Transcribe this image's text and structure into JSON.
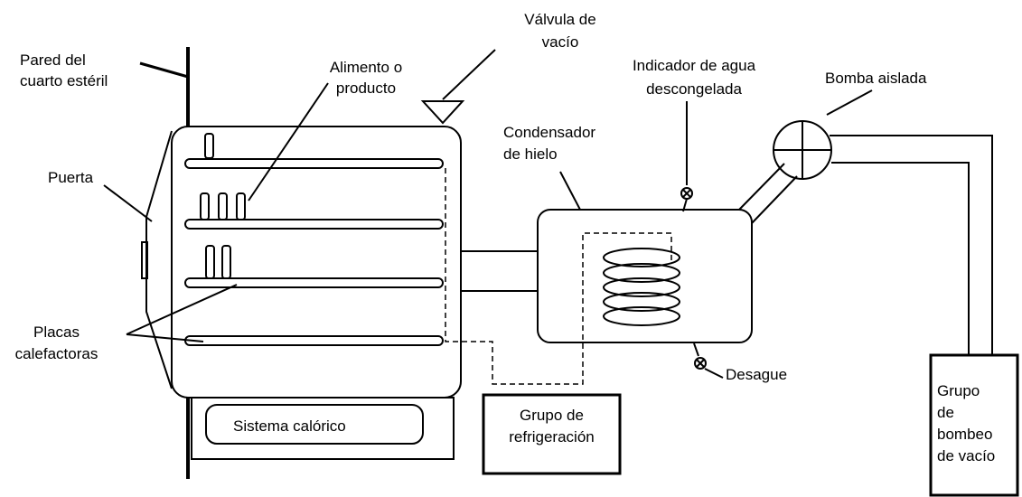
{
  "labels": {
    "pared_line1": "Pared del",
    "pared_line2": "cuarto estéril",
    "valvula_line1": "Válvula de",
    "valvula_line2": "vacío",
    "alimento_line1": "Alimento o",
    "alimento_line2": "producto",
    "indicador_line1": "Indicador de agua",
    "indicador_line2": "descongelada",
    "bomba_aislada": "Bomba aislada",
    "condensador_line1": "Condensador",
    "condensador_line2": "de hielo",
    "puerta": "Puerta",
    "placas_line1": "Placas",
    "placas_line2": "calefactoras",
    "desague": "Desague",
    "sistema_calorico": "Sistema calórico",
    "refrigeracion_line1": "Grupo de",
    "refrigeracion_line2": "refrigeración",
    "bombeo_line1": "Grupo",
    "bombeo_line2": "de",
    "bombeo_line3": "bombeo",
    "bombeo_line4": "de vacío"
  },
  "icons": [
    "vacuum-valve-icon",
    "gauge-icon",
    "drain-valve-icon",
    "pump-icon",
    "coil-icon",
    "vial-icon"
  ]
}
